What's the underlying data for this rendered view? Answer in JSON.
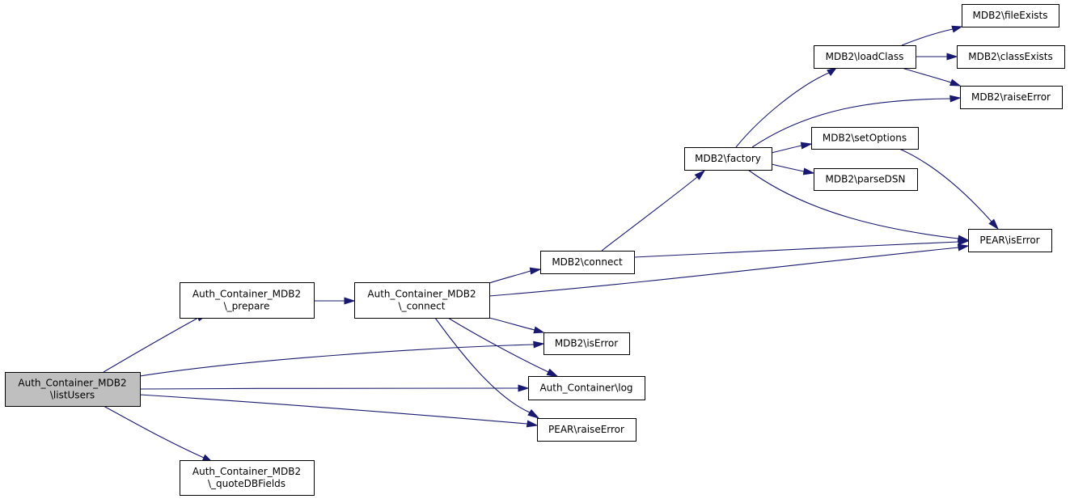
{
  "graph": {
    "colors": {
      "edge": "#191970",
      "root_fill": "#bfbfbf",
      "node_fill": "#ffffff",
      "border": "#000000"
    },
    "nodes": {
      "list_users": {
        "lines": [
          "Auth_Container_MDB2",
          "\\listUsers"
        ],
        "root": true
      },
      "prepare": {
        "lines": [
          "Auth_Container_MDB2",
          "\\_prepare"
        ]
      },
      "quote_db_fields": {
        "lines": [
          "Auth_Container_MDB2",
          "\\_quoteDBFields"
        ]
      },
      "connect_auth": {
        "lines": [
          "Auth_Container_MDB2",
          "\\_connect"
        ]
      },
      "mdb2_connect": {
        "lines": [
          "MDB2\\connect"
        ]
      },
      "mdb2_is_error": {
        "lines": [
          "MDB2\\isError"
        ]
      },
      "auth_log": {
        "lines": [
          "Auth_Container\\log"
        ]
      },
      "pear_raise_error": {
        "lines": [
          "PEAR\\raiseError"
        ]
      },
      "mdb2_factory": {
        "lines": [
          "MDB2\\factory"
        ]
      },
      "mdb2_load_class": {
        "lines": [
          "MDB2\\loadClass"
        ]
      },
      "mdb2_set_options": {
        "lines": [
          "MDB2\\setOptions"
        ]
      },
      "mdb2_parse_dsn": {
        "lines": [
          "MDB2\\parseDSN"
        ]
      },
      "mdb2_file_exists": {
        "lines": [
          "MDB2\\fileExists"
        ]
      },
      "mdb2_class_exists": {
        "lines": [
          "MDB2\\classExists"
        ]
      },
      "mdb2_raise_error": {
        "lines": [
          "MDB2\\raiseError"
        ]
      },
      "pear_is_error": {
        "lines": [
          "PEAR\\isError"
        ]
      }
    },
    "edges": [
      [
        "list_users",
        "prepare"
      ],
      [
        "list_users",
        "mdb2_is_error"
      ],
      [
        "list_users",
        "auth_log"
      ],
      [
        "list_users",
        "pear_raise_error"
      ],
      [
        "list_users",
        "quote_db_fields"
      ],
      [
        "prepare",
        "connect_auth"
      ],
      [
        "connect_auth",
        "mdb2_connect"
      ],
      [
        "connect_auth",
        "pear_is_error"
      ],
      [
        "connect_auth",
        "mdb2_is_error"
      ],
      [
        "connect_auth",
        "auth_log"
      ],
      [
        "connect_auth",
        "pear_raise_error"
      ],
      [
        "mdb2_connect",
        "mdb2_factory"
      ],
      [
        "mdb2_connect",
        "pear_is_error"
      ],
      [
        "mdb2_factory",
        "mdb2_load_class"
      ],
      [
        "mdb2_factory",
        "mdb2_raise_error"
      ],
      [
        "mdb2_factory",
        "mdb2_set_options"
      ],
      [
        "mdb2_factory",
        "mdb2_parse_dsn"
      ],
      [
        "mdb2_factory",
        "pear_is_error"
      ],
      [
        "mdb2_load_class",
        "mdb2_file_exists"
      ],
      [
        "mdb2_load_class",
        "mdb2_class_exists"
      ],
      [
        "mdb2_load_class",
        "mdb2_raise_error"
      ],
      [
        "mdb2_set_options",
        "pear_is_error"
      ]
    ]
  }
}
